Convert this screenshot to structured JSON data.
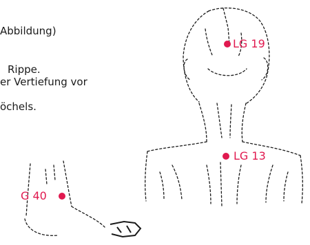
{
  "text_lines": [
    "Abbildung)",
    "Rippe.",
    "er Vertiefung vor",
    "öchels."
  ],
  "points": {
    "lg19": "LG 19",
    "lg13": "LG 13",
    "g40": "G 40"
  },
  "colors": {
    "point": "#e0194f",
    "ink": "#1a1a1a"
  }
}
